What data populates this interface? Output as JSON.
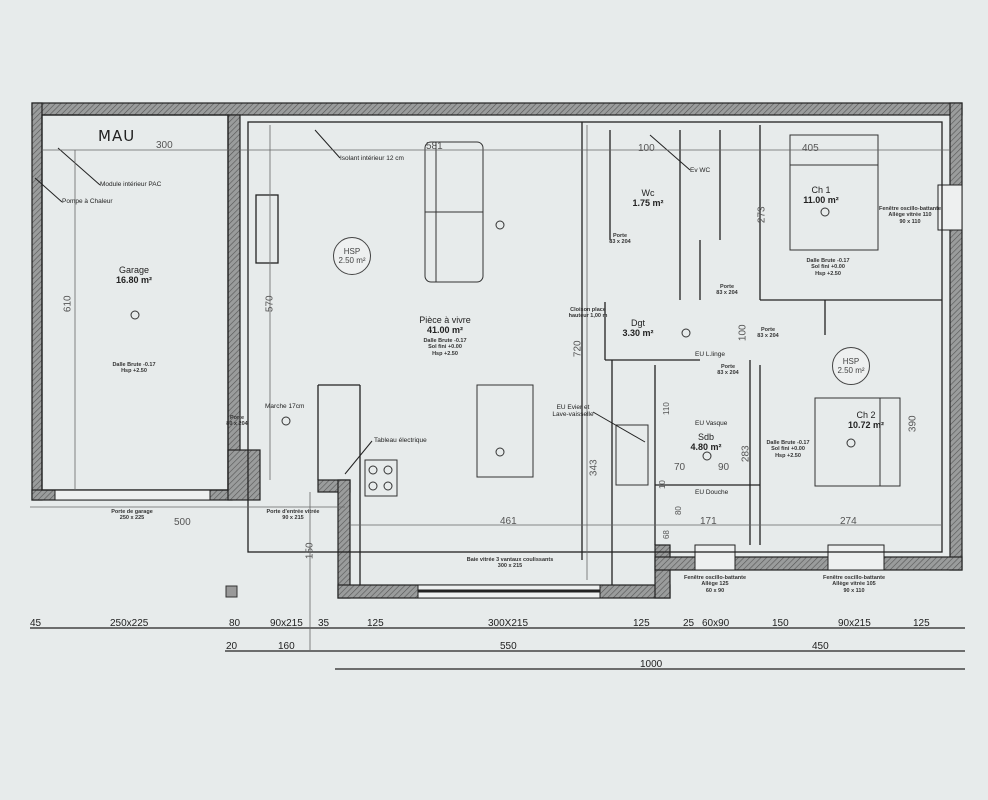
{
  "handwritten_note": "MAU",
  "rooms": {
    "garage": {
      "name": "Garage",
      "area": "16.80 m²",
      "notes": [
        "Dalle Brute -0.17",
        "Hsp +2.50"
      ]
    },
    "living": {
      "name": "Pièce  à vivre",
      "area": "41.00 m²",
      "notes": [
        "Dalle Brute -0.17",
        "Sol fini +0.00",
        "Hsp +2.50"
      ]
    },
    "wc": {
      "name": "Wc",
      "area": "1.75 m²"
    },
    "dgt": {
      "name": "Dgt",
      "area": "3.30 m²"
    },
    "sdb": {
      "name": "Sdb",
      "area": "4.80 m²"
    },
    "ch1": {
      "name": "Ch 1",
      "area": "11.00 m²",
      "notes": [
        "Dalle Brute -0.17",
        "Sol fini +0.00",
        "Hsp +2.50"
      ]
    },
    "ch2": {
      "name": "Ch 2",
      "area": "10.72 m²",
      "notes": [
        "Dalle Brute -0.17",
        "Sol fini +0.00",
        "Hsp +2.50"
      ]
    }
  },
  "hsp_badges": [
    {
      "label": "HSP",
      "value": "2.50 m²"
    },
    {
      "label": "HSP",
      "value": "2.50 m²"
    }
  ],
  "annotations": {
    "module_pac": "Module intérieur PAC",
    "pompe_chaleur": "Pompe à Chaleur",
    "isolant": "Isolant intérieur 12 cm",
    "ev_wc": "Ev WC",
    "cloison": [
      "Cloison place",
      "hauteur 1,00 m"
    ],
    "eu_linge": "EU L.linge",
    "eu_evier": [
      "EU Evier et",
      "Lave-vaisselle"
    ],
    "eu_vasque": "EU Vasque",
    "eu_douche": "EU Douche",
    "tableau": "Tableau électrique",
    "marche": "Marche 17cm"
  },
  "openings": {
    "porte_wc": [
      "Porte",
      "83 x 204"
    ],
    "porte_ch1": [
      "Porte",
      "83 x 204"
    ],
    "porte_ch2": [
      "Porte",
      "83 x 204"
    ],
    "porte_sdb": [
      "Porte",
      "83 x 204"
    ],
    "porte_garage_int": [
      "Porte",
      "80 x 204"
    ],
    "porte_garage": [
      "Porte de garage",
      "250 x 225"
    ],
    "porte_entree": [
      "Porte d'entrée vitrée",
      "90 x 215"
    ],
    "baie": [
      "Baie vitrée 3 vantaux coulissants",
      "300 x 215"
    ],
    "fen_sdb": [
      "Fenêtre oscillo-battante",
      "Allège 125",
      "60 x 90"
    ],
    "fen_ch2": [
      "Fenêtre oscillo-battante",
      "Allège vitrée 105",
      "90 x 110"
    ],
    "fen_ch1": [
      "Fenêtre oscillo-battante",
      "Allège vitrée 110",
      "90 x 110"
    ]
  },
  "inner_dims": {
    "garage_w": "300",
    "garage_h": "610",
    "living_h": "570",
    "living_top": "581",
    "living_720": "720",
    "kitchen_343": "343",
    "living_461": "461",
    "entry_500": "500",
    "entry_150": "150",
    "wc_100": "100",
    "ch1_405": "405",
    "ch1_273": "273",
    "dgt_100": "100",
    "sdb_70": "70",
    "sdb_90": "90",
    "sdb_283": "283",
    "sdb_171": "171",
    "ch2_274": "274",
    "ch2_390": "390",
    "sdb_110": "110",
    "sdb_10": "10",
    "sdb_80": "80",
    "sdb_68": "68"
  },
  "dimension_rows": [
    [
      "45",
      "250x225",
      "80",
      "90x215",
      "35",
      "125",
      "300X215",
      "125",
      "25",
      "60x90",
      "150",
      "90x215",
      "125"
    ],
    [
      "20",
      "160",
      "550",
      "450"
    ],
    [
      "1000"
    ]
  ]
}
